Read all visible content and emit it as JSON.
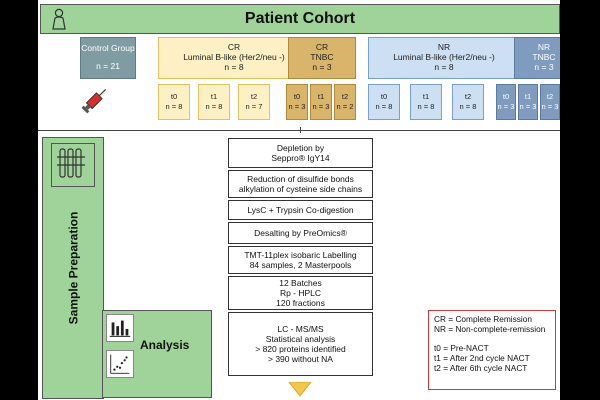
{
  "header": {
    "title": "Patient Cohort",
    "icon": "person-icon"
  },
  "groups": [
    {
      "id": "control",
      "line1": "Control Group",
      "line2": "",
      "n": "n = 21"
    },
    {
      "id": "cr-luminal",
      "line1": "CR",
      "line2": "Luminal B-like (Her2/neu -)",
      "n": "n = 8",
      "subs": [
        {
          "t": "t0",
          "n": "n = 8"
        },
        {
          "t": "t1",
          "n": "n = 8"
        },
        {
          "t": "t2",
          "n": "n = 7"
        }
      ]
    },
    {
      "id": "cr-tnbc",
      "line1": "CR",
      "line2": "TNBC",
      "n": "n = 3",
      "subs": [
        {
          "t": "t0",
          "n": "n = 3"
        },
        {
          "t": "t1",
          "n": "n = 3"
        },
        {
          "t": "t2",
          "n": "n = 2"
        }
      ]
    },
    {
      "id": "nr-luminal",
      "line1": "NR",
      "line2": "Luminal B-like (Her2/neu -)",
      "n": "n = 8",
      "subs": [
        {
          "t": "t0",
          "n": "n = 8"
        },
        {
          "t": "t1",
          "n": "n = 8"
        },
        {
          "t": "t2",
          "n": "n = 8"
        }
      ]
    },
    {
      "id": "nr-tnbc",
      "line1": "NR",
      "line2": "TNBC",
      "n": "n = 3",
      "subs": [
        {
          "t": "t0",
          "n": "n = 3"
        },
        {
          "t": "t1",
          "n": "n = 3"
        },
        {
          "t": "t2",
          "n": "n = 3"
        }
      ]
    }
  ],
  "side": {
    "sample_prep": "Sample Preparation",
    "analysis": "Analysis"
  },
  "steps": [
    {
      "lines": [
        "Depletion by",
        "Seppro® IgY14"
      ]
    },
    {
      "lines": [
        "Reduction of disulfide bonds",
        "alkylation of cysteine side chains"
      ]
    },
    {
      "lines": [
        "LysC + Trypsin Co-digestion"
      ]
    },
    {
      "lines": [
        "Desalting by PreOmics®"
      ]
    },
    {
      "lines": [
        "TMT-11plex isobaric Labelling",
        "84 samples, 2 Masterpools"
      ]
    },
    {
      "lines": [
        "12 Batches",
        "Rp - HPLC",
        "120 fractions"
      ]
    },
    {
      "lines": [
        "LC - MS/MS",
        "Statistical analysis",
        "> 820 proteins identified",
        "> 390 without NA"
      ]
    }
  ],
  "legend": {
    "cr": "CR = Complete Remission",
    "nr": "NR = Non-complete-remission",
    "t0": "t0 = Pre-NACT",
    "t1": "t1 = After 2nd cycle NACT",
    "t2": "t2 = After 6th cycle NACT"
  },
  "colors": {
    "green_panel": "#9fd39a",
    "control": "#7f9ca2",
    "cr_luminal": "#fdf0c4",
    "cr_tnbc": "#d9b56c",
    "nr_luminal": "#cddff2",
    "nr_tnbc": "#7f9bbf",
    "arrow": "#f3c84a",
    "legend_border": "#d23a3a"
  },
  "icons": [
    "person-icon",
    "syringe-icon",
    "flask-icon",
    "bar-chart-icon",
    "scatter-plot-icon",
    "arrow-down-icon"
  ]
}
